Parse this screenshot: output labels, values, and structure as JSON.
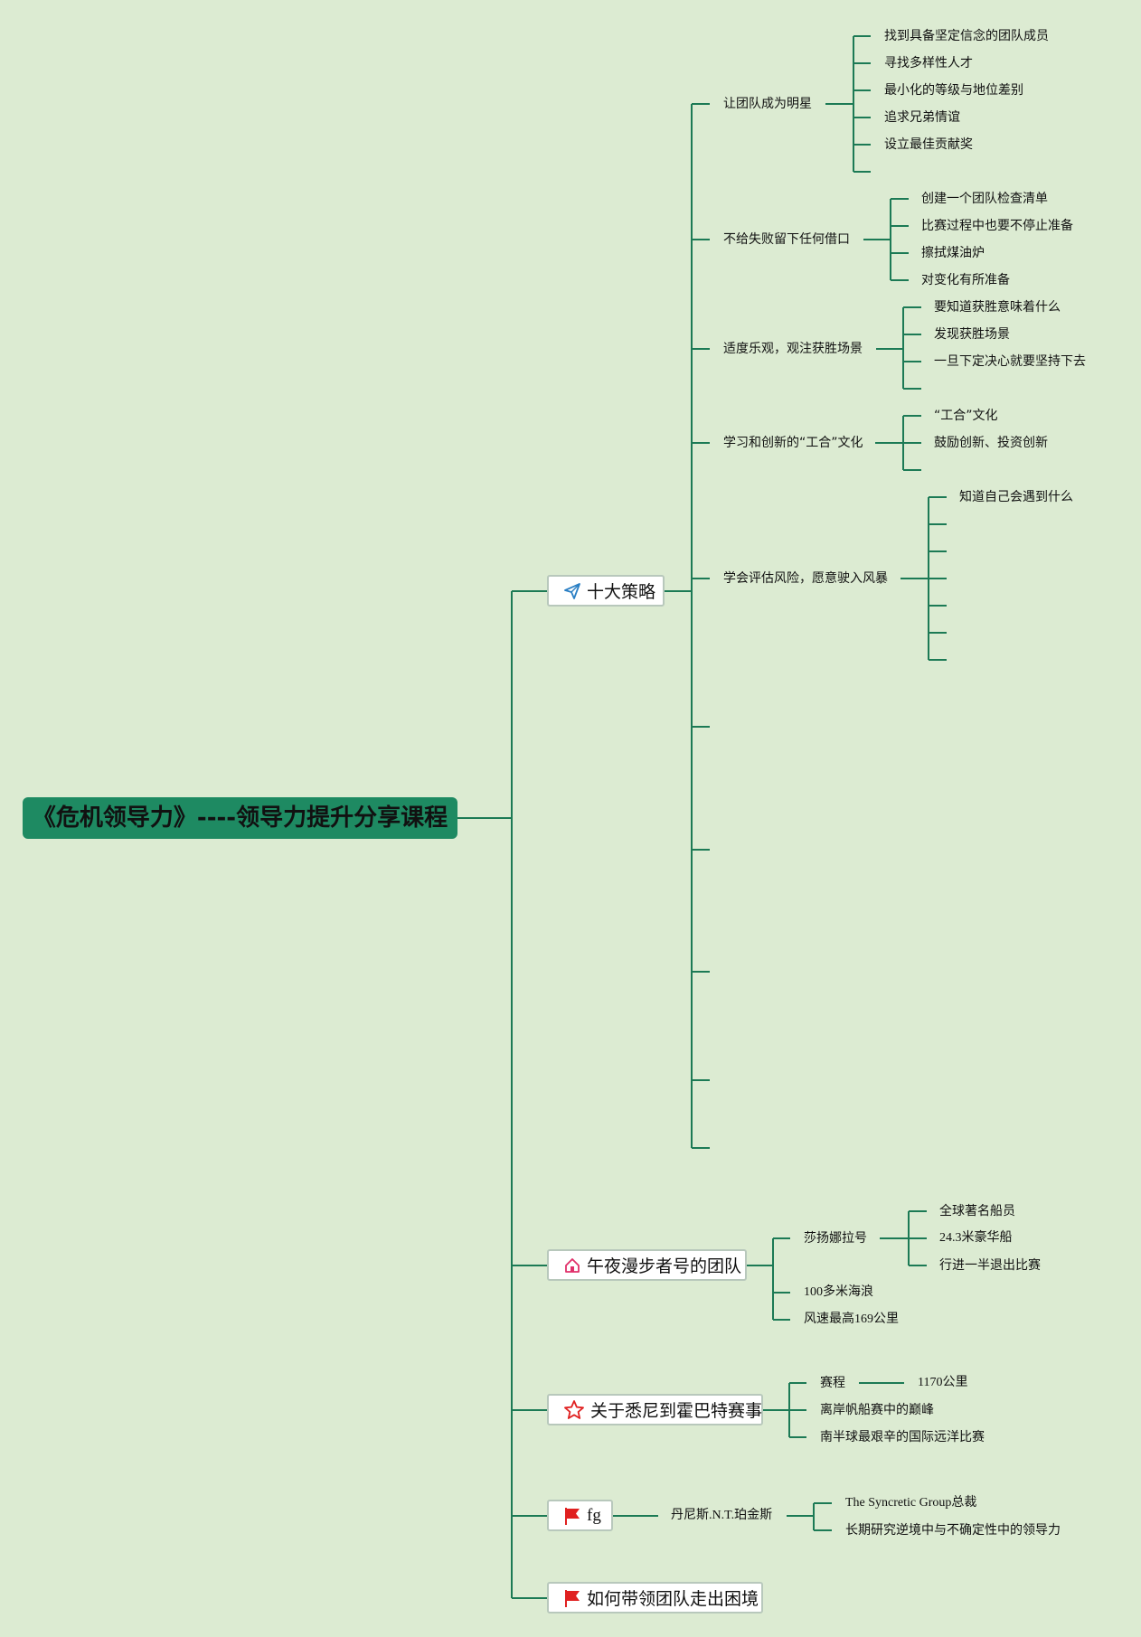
{
  "root": {
    "title": "《危机领导力》----领导力提升分享课程"
  },
  "main_topics": [
    {
      "label": "十大策略",
      "icon": "paper-plane-icon"
    },
    {
      "label": "午夜漫步者号的团队",
      "icon": "house-icon"
    },
    {
      "label": "关于悉尼到霍巴特赛事",
      "icon": "star-icon"
    },
    {
      "label": "fg",
      "icon": "flag-icon"
    },
    {
      "label": "如何带领团队走出困境",
      "icon": "flag-icon"
    }
  ],
  "strategies": [
    {
      "label": "让团队成为明星",
      "items": [
        "找到具备坚定信念的团队成员",
        "寻找多样性人才",
        "最小化的等级与地位差别",
        "追求兄弟情谊",
        "设立最佳贡献奖",
        ""
      ]
    },
    {
      "label": "不给失败留下任何借口",
      "items": [
        "创建一个团队检查清单",
        "比赛过程中也要不停止准备",
        "擦拭煤油炉",
        "对变化有所准备"
      ]
    },
    {
      "label": "适度乐观，观注获胜场景",
      "items": [
        "要知道获胜意味着什么",
        "发现获胜场景",
        "一旦下定决心就要坚持下去",
        ""
      ]
    },
    {
      "label": "学习和创新的“工合”文化",
      "items": [
        "“工合”文化",
        "鼓励创新、投资创新",
        ""
      ]
    },
    {
      "label": "学会评估风险，愿意驶入风暴",
      "items": [
        "知道自己会遇到什么",
        "",
        "",
        "",
        "",
        "",
        ""
      ]
    }
  ],
  "team": {
    "boat": {
      "label": "莎扬娜拉号",
      "items": [
        "全球著名船员",
        "24.3米豪华船",
        "行进一半退出比赛"
      ]
    },
    "waves": "100多米海浪",
    "wind": "风速最高169公里"
  },
  "race": {
    "distance_label": "赛程",
    "distance_value": "1170公里",
    "peak": "离岸帆船赛中的巅峰",
    "hardest": "南半球最艰辛的国际远洋比赛"
  },
  "fg": {
    "person": "丹尼斯.N.T.珀金斯",
    "items": [
      "The Syncretic Group总裁",
      "长期研究逆境中与不确定性中的领导力"
    ]
  },
  "colors": {
    "line": "#1c7a55",
    "root_bg": "#1e8a62",
    "page_bg": "#dcebd2"
  }
}
